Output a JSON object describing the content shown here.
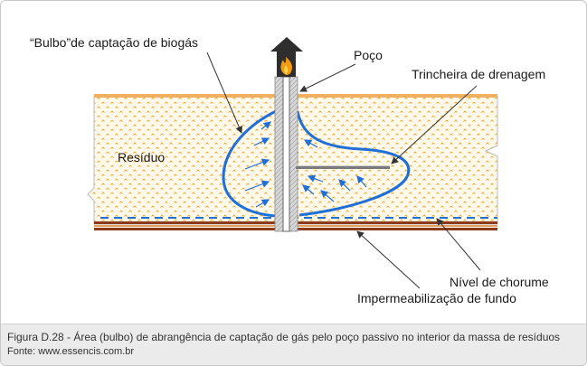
{
  "labels": {
    "bulb": "“Bulbo”de captação de biogás",
    "well": "Poço",
    "trench": "Trincheira de drenagem",
    "waste": "Resíduo",
    "leachate": "Nível de chorume",
    "liner": "Impermeabilização de fundo"
  },
  "caption": {
    "title": "Figura D.28 - Área (bulbo) de abrangência de captação de gás pelo poço passivo no interior da massa de resíduos",
    "source": "Fonte: www.essencis.com.br"
  },
  "colors": {
    "waste_fill": "#fef9e8",
    "waste_dots": "#e8a53a",
    "bulb_line": "#1f6fd6",
    "top_cover": "#f0b060",
    "liner_brown": "#8b3a1a",
    "pipe_gray": "#9a9a9a",
    "caption_bg": "#ebebeb"
  },
  "icons": [
    "flame-chimney-icon",
    "flow-arrow-icon",
    "leader-arrow-icon"
  ]
}
